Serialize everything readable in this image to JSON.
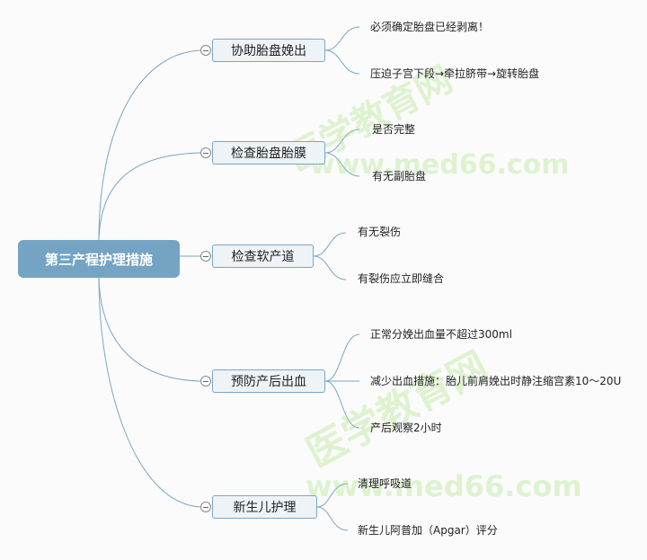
{
  "root": {
    "label": "第三产程护理措施"
  },
  "branches": [
    {
      "label": "协助胎盘娩出",
      "children": [
        "必须确定胎盘已经剥离！",
        "压迫子宫下段→牵拉脐带→旋转胎盘"
      ]
    },
    {
      "label": "检查胎盘胎膜",
      "children": [
        "是否完整",
        "有无副胎盘"
      ]
    },
    {
      "label": "检查软产道",
      "children": [
        "有无裂伤",
        "有裂伤应立即缝合"
      ]
    },
    {
      "label": "预防产后出血",
      "children": [
        "正常分娩出血量不超过300ml",
        "减少出血措施：胎儿前肩娩出时静注缩宫素10～20U",
        "产后观察2小时"
      ]
    },
    {
      "label": "新生儿护理",
      "children": [
        "清理呼吸道",
        "新生儿阿普加（Apgar）评分"
      ]
    }
  ],
  "watermark": {
    "cn": "医学教育网",
    "url": "www.med66.com"
  },
  "colors": {
    "root": "#74a3c4",
    "line": "#7aa6c6",
    "branch_bg": "#eef3f7"
  }
}
